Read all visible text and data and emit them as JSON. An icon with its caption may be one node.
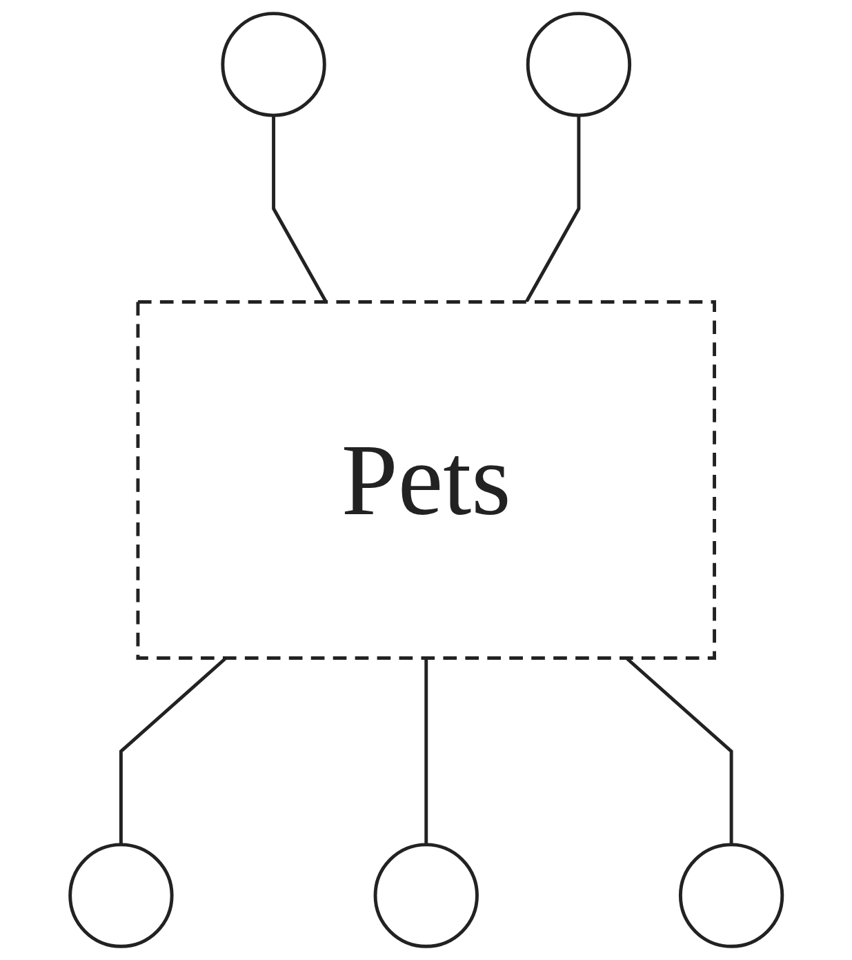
{
  "diagram": {
    "nodes": [
      {
        "text": [],
        "shape": "ellipse"
      },
      {
        "text": [],
        "shape": "ellipse"
      },
      {
        "text": [
          "Pets"
        ]
      },
      {
        "text": [],
        "shape": "ellipse"
      },
      {
        "text": [],
        "shape": "ellipse"
      },
      {
        "text": [],
        "shape": "ellipse"
      }
    ],
    "edges": [
      {
        "from": 0,
        "to": 2,
        "arrow": "none"
      },
      {
        "from": 1,
        "to": 2,
        "arrow": "none"
      },
      {
        "from": 2,
        "to": 3,
        "arrow": "none"
      },
      {
        "from": 2,
        "to": 5,
        "arrow": "none"
      },
      {
        "from": 2,
        "to": 4,
        "arrow": "none"
      }
    ]
  }
}
